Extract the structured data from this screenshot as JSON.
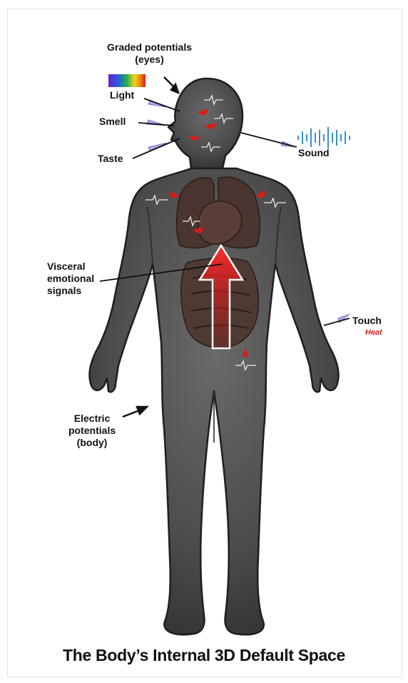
{
  "labels": {
    "graded_potentials_line1": "Graded potentials",
    "graded_potentials_line2": "(eyes)",
    "light": "Light",
    "smell": "Smell",
    "taste": "Taste",
    "sound": "Sound",
    "visceral_line1": "Visceral",
    "visceral_line2": "emotional",
    "visceral_line3": "signals",
    "touch": "Touch",
    "heat": "Heat",
    "electric_line1": "Electric",
    "electric_line2": "potentials",
    "electric_line3": "(body)"
  },
  "caption": "The Body’s Internal 3D Default Space",
  "colors": {
    "body": "#4a4a4a",
    "body_edge": "#1e1e1e",
    "organs": "#4a3530",
    "arrow": "#e01818",
    "heat": "#d42020",
    "sound_wave": "#3a8fd0"
  }
}
